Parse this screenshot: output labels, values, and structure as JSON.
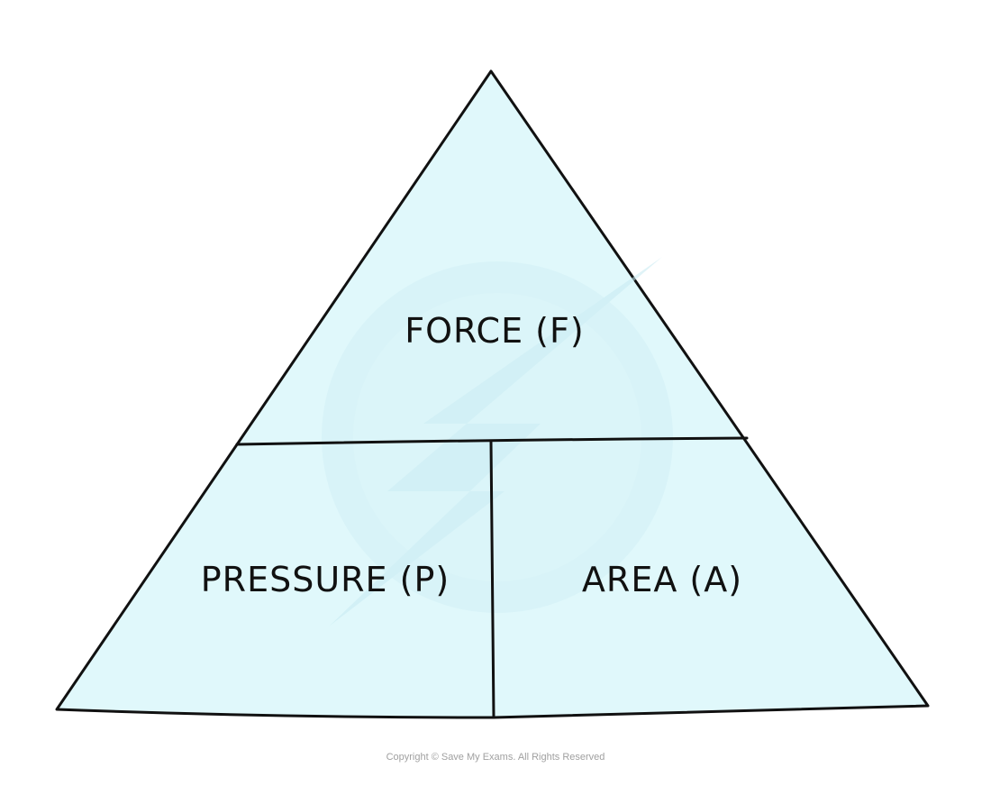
{
  "diagram": {
    "top_label": "FORCE (F)",
    "bottom_left_label": "PRESSURE (P)",
    "bottom_right_label": "AREA (A)",
    "fill_color": "#e0f8fb",
    "line_color": "#111111",
    "watermark": "Save My Exams logo"
  },
  "footer": {
    "copyright": "Copyright © Save My Exams. All Rights Reserved"
  }
}
